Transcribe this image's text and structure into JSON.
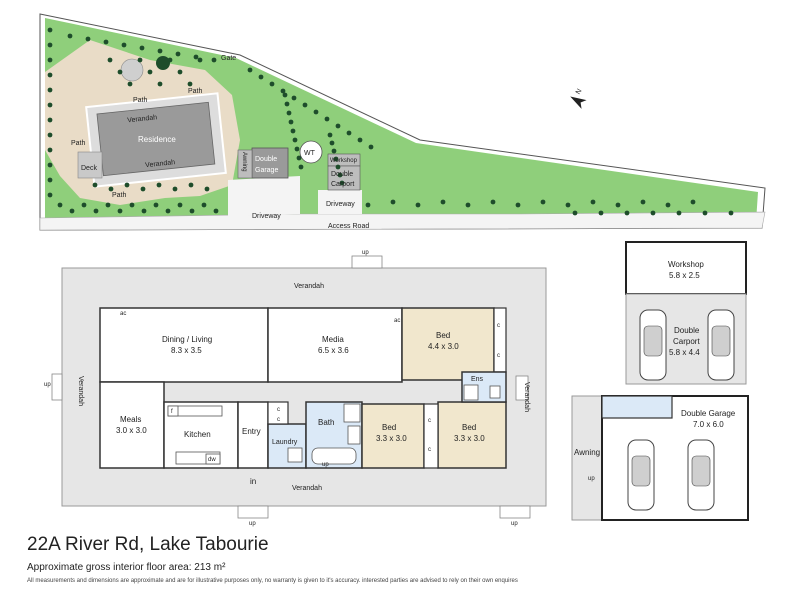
{
  "site": {
    "gate": "Gate",
    "path_labels": [
      "Path",
      "Path",
      "Path",
      "Path"
    ],
    "verandah_labels": [
      "Verandah",
      "Verandah"
    ],
    "residence": "Residence",
    "deck": "Deck",
    "awning": "Awning",
    "double_garage": [
      "Double",
      "Garage"
    ],
    "wt": "WT",
    "workshop": "Workshop",
    "double_carport": [
      "Double",
      "Carport"
    ],
    "driveway_labels": [
      "Driveway",
      "Driveway"
    ],
    "access_road": "Access Road",
    "north": "N"
  },
  "floor": {
    "verandah_labels": [
      "Verandah",
      "Verandah",
      "Verandah",
      "Verandah"
    ],
    "rooms": {
      "dining_living": {
        "name": "Dining / Living",
        "dims": "8.3 x 3.5"
      },
      "media": {
        "name": "Media",
        "dims": "6.5 x 3.6"
      },
      "bed1": {
        "name": "Bed",
        "dims": "4.4 x 3.0"
      },
      "meals": {
        "name": "Meals",
        "dims": "3.0 x 3.0"
      },
      "kitchen": {
        "name": "Kitchen"
      },
      "entry": {
        "name": "Entry"
      },
      "laundry": {
        "name": "Laundry"
      },
      "bath": {
        "name": "Bath"
      },
      "ens": {
        "name": "Ens"
      },
      "bed2": {
        "name": "Bed",
        "dims": "3.3 x 3.0"
      },
      "bed3": {
        "name": "Bed",
        "dims": "3.3 x 3.0"
      }
    },
    "small": {
      "ac": "ac",
      "c": "c",
      "f": "f",
      "dw": "dw",
      "up": "up",
      "in": "in"
    }
  },
  "outbuildings": {
    "workshop": {
      "name": "Workshop",
      "dims": "5.8 x 2.5"
    },
    "carport": {
      "name": [
        "Double",
        "Carport"
      ],
      "dims": "5.8 x 4.4"
    },
    "garage": {
      "name": "Double Garage",
      "dims": "7.0 x 6.0"
    },
    "awning": "Awning",
    "up": "up"
  },
  "footer": {
    "title": "22A River Rd, Lake Tabourie",
    "area": "Approximate gross interior floor area: 213 m²",
    "disclaimer": "All measurements and dimensions are approximate and are for illustrative purposes only, no warranty is given to it's accuracy. interested parties are advised to rely on their own enquires"
  },
  "colors": {
    "grass": "#8fcf7b",
    "path": "#e9dcc7",
    "building": "#9a9a9a",
    "bed_fill": "#f1e7cd",
    "wet_fill": "#dbe9f7",
    "verandah_fill": "#e6e6e6",
    "wall": "#333333",
    "tree": "#1e4d2b"
  }
}
